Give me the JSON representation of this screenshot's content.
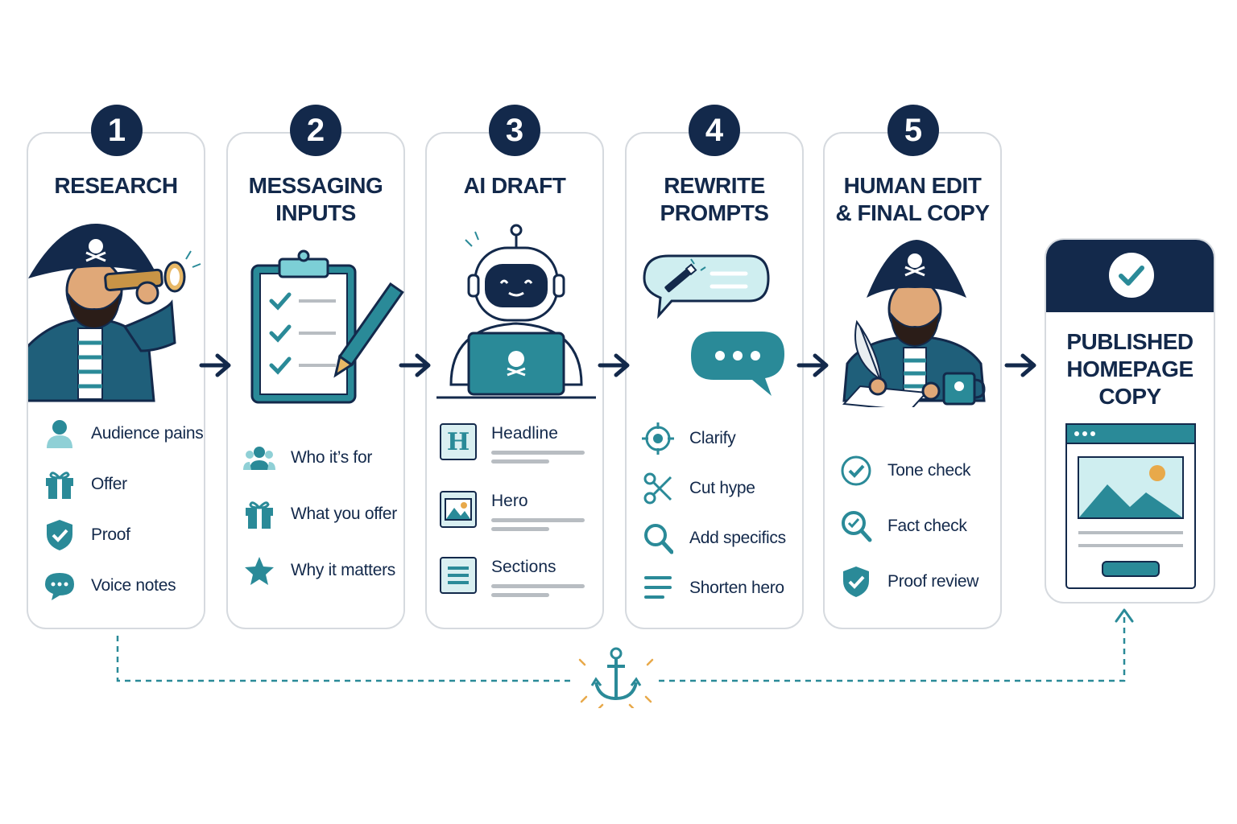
{
  "steps": [
    {
      "number": "1",
      "title": "RESEARCH",
      "items": [
        "Audience pains",
        "Offer",
        "Proof",
        "Voice notes"
      ],
      "icons": [
        "person-icon",
        "gift-icon",
        "shield-check-icon",
        "chat-bubble-icon"
      ]
    },
    {
      "number": "2",
      "title": "MESSAGING\nINPUTS",
      "items": [
        "Who it’s for",
        "What you offer",
        "Why it matters"
      ],
      "icons": [
        "people-icon",
        "gift-icon",
        "star-icon"
      ]
    },
    {
      "number": "3",
      "title": "AI DRAFT",
      "items": [
        "Headline",
        "Hero",
        "Sections"
      ],
      "icons": [
        "heading-icon",
        "image-icon",
        "list-icon"
      ]
    },
    {
      "number": "4",
      "title": "REWRITE\nPROMPTS",
      "items": [
        "Clarify",
        "Cut hype",
        "Add specifics",
        "Shorten hero"
      ],
      "icons": [
        "target-icon",
        "scissors-icon",
        "magnifier-icon",
        "lines-icon"
      ]
    },
    {
      "number": "5",
      "title": "HUMAN EDIT\n& FINAL COPY",
      "items": [
        "Tone check",
        "Fact check",
        "Proof review"
      ],
      "icons": [
        "check-circle-icon",
        "magnifier-check-icon",
        "shield-check-icon"
      ]
    }
  ],
  "result": {
    "title": "PUBLISHED\nHOMEPAGE\nCOPY",
    "icon": "check-icon"
  },
  "colors": {
    "navy": "#13294b",
    "teal": "#2a8a98",
    "light_teal": "#cfeef0",
    "border": "#d6dadf",
    "gold": "#e8a94a"
  }
}
